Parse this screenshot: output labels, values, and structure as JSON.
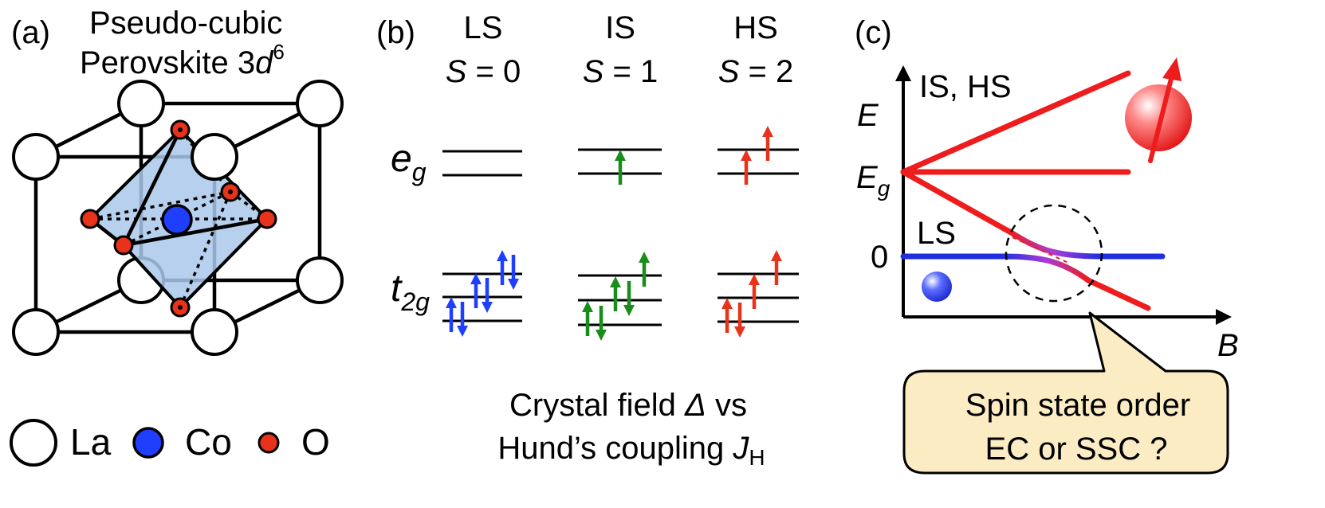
{
  "panel_a": {
    "label": "(a)",
    "title_line1": "Pseudo-cubic",
    "title_line2_prefix": "Perovskite 3",
    "title_d": "d",
    "title_sup": "6",
    "legend": {
      "la": "La",
      "co": "Co",
      "o": "O"
    }
  },
  "panel_b": {
    "label": "(b)",
    "states": [
      {
        "name": "LS",
        "s_var": "S",
        "s_val": "= 0"
      },
      {
        "name": "IS",
        "s_var": "S",
        "s_val": "= 1"
      },
      {
        "name": "HS",
        "s_var": "S",
        "s_val": "= 2"
      }
    ],
    "eg_main": "e",
    "eg_sub": "g",
    "t2g_main": "t",
    "t2g_sub": "2g",
    "caption_line1_prefix": "Crystal field ",
    "caption_delta": "Δ",
    "caption_line1_suffix": " vs",
    "caption_line2_prefix": "Hund’s coupling ",
    "caption_j": "J",
    "caption_j_sub": "H",
    "colors": {
      "LS": "#1f3fff",
      "IS": "#1a8c1a",
      "HS": "#e8321a"
    }
  },
  "panel_c": {
    "label": "(c)",
    "y_axis": "E",
    "x_axis": "B",
    "eg_main": "E",
    "eg_sub": "g",
    "zero": "0",
    "ls_label": "LS",
    "ishs_label": "IS, HS",
    "callout_line1": "Spin state order",
    "callout_line2": "EC or SSC ?",
    "colors": {
      "high": "#ee1c1c",
      "low": "#1f2fe0",
      "callout": "#fbecc4"
    }
  }
}
